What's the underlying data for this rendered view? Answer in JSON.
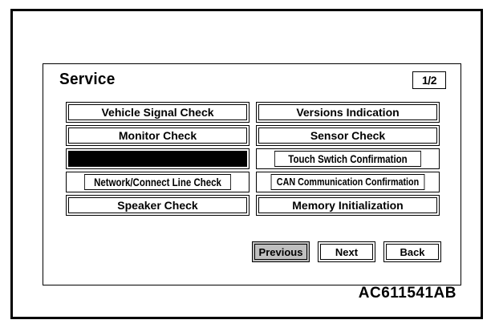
{
  "figure": {
    "reference_code": "AC611541AB"
  },
  "screen": {
    "title": "Service",
    "page_indicator": "1/2",
    "menu_items": [
      {
        "label": "Vehicle Signal Check",
        "column": "left",
        "style": "normal",
        "redacted": false
      },
      {
        "label": "Versions Indication",
        "column": "right",
        "style": "normal",
        "redacted": false
      },
      {
        "label": "Monitor Check",
        "column": "left",
        "style": "normal",
        "redacted": false
      },
      {
        "label": "Sensor Check",
        "column": "right",
        "style": "normal",
        "redacted": false
      },
      {
        "label": "",
        "column": "left",
        "style": "normal",
        "redacted": true
      },
      {
        "label": "Touch Swtich Confirmation",
        "column": "right",
        "style": "condensed",
        "redacted": false
      },
      {
        "label": "Network/Connect Line Check",
        "column": "left",
        "style": "condensed",
        "redacted": false
      },
      {
        "label": "CAN Communication Confirmation",
        "column": "right",
        "style": "tiny",
        "redacted": false
      },
      {
        "label": "Speaker Check",
        "column": "left",
        "style": "normal",
        "redacted": false
      },
      {
        "label": "Memory Initialization",
        "column": "right",
        "style": "normal",
        "redacted": false
      }
    ],
    "nav_buttons": [
      {
        "label": "Previous",
        "selected": true
      },
      {
        "label": "Next",
        "selected": false
      },
      {
        "label": "Back",
        "selected": false
      }
    ]
  },
  "colors": {
    "line": "#000000",
    "background": "#ffffff",
    "selected_fill": "#bfbfbf",
    "redacted_fill": "#000000"
  }
}
